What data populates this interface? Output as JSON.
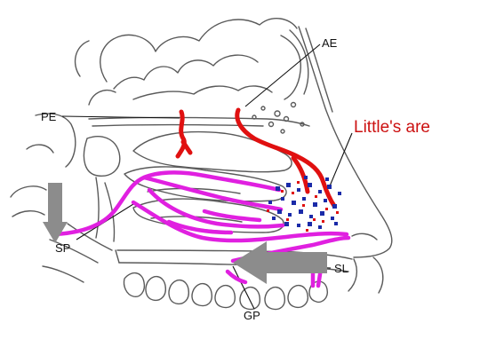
{
  "labels": {
    "ae": "AE",
    "pe": "PE",
    "little_area": "Little's are",
    "sp": "SP",
    "sl": "SL",
    "gp": "GP"
  },
  "colors": {
    "line": "#5a5a5a",
    "artery_red": "#e01010",
    "artery_magenta": "#e020e0",
    "plexus_blue": "#1a2aa8",
    "arrow_gray": "#8c8c8c",
    "label_red": "#cc1111"
  },
  "icons": {
    "arrow_left": "gray-down-arrow-icon",
    "arrow_right": "gray-left-arrow-icon"
  }
}
